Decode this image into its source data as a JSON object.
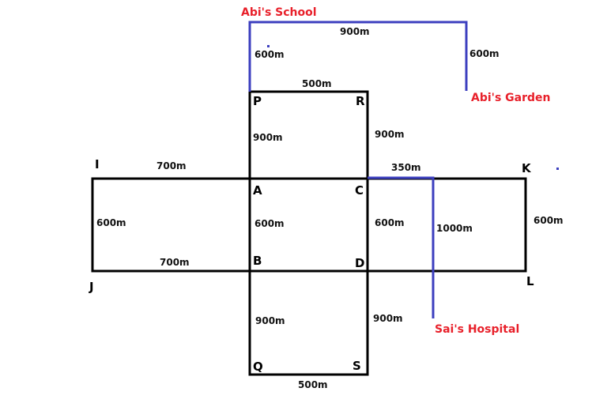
{
  "colors": {
    "route": "#3c3fbf",
    "place": "#e8202a",
    "outline": "#000000"
  },
  "places": {
    "school": "Abi's School",
    "garden": "Abi's Garden",
    "hospital": "Sai's Hospital"
  },
  "points": {
    "P": "P",
    "R": "R",
    "A": "A",
    "C": "C",
    "B": "B",
    "D": "D",
    "Q": "Q",
    "S": "S",
    "I": "I",
    "J": "J",
    "K": "K",
    "L": "L"
  },
  "distances": {
    "school_top": "900m",
    "school_left": "600m",
    "garden_right": "600m",
    "PR": "500m",
    "PA": "900m",
    "RC": "900m",
    "IA": "700m",
    "IJ": "600m",
    "JB": "700m",
    "AB": "600m",
    "CD": "600m",
    "C_route": "350m",
    "route_down": "1000m",
    "KL": "600m",
    "BQ": "900m",
    "DS": "900m",
    "QS": "500m"
  }
}
